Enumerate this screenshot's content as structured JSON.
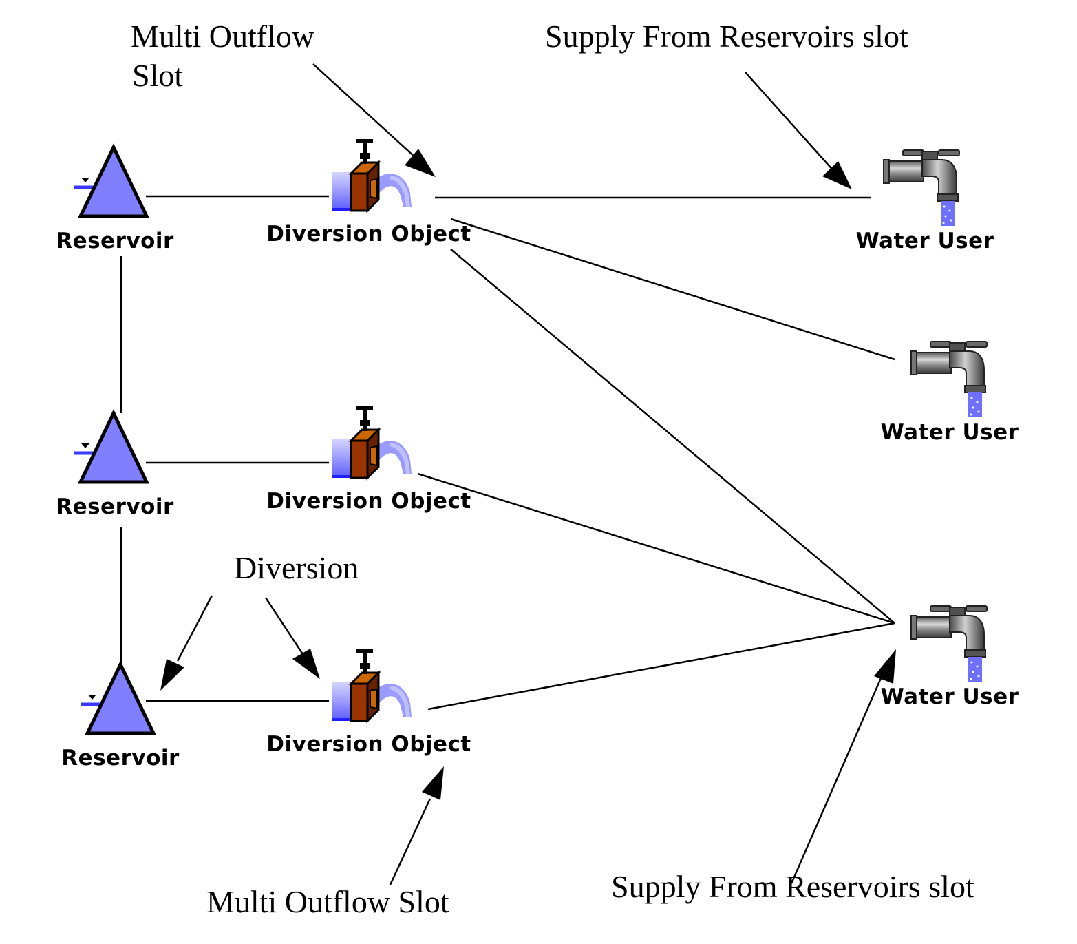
{
  "colors": {
    "reservoir_fill": "#7f7fff",
    "reservoir_waterline": "#3838ff",
    "diversion_box_front": "#993300",
    "diversion_box_top": "#cc6600",
    "diversion_box_side": "#662200",
    "water_light": "#9a9aff",
    "water_pale": "#c8c8ff",
    "faucet_metal": "#7a7a7a",
    "faucet_dark": "#3a3a3a",
    "faucet_stream": "#7070ff"
  },
  "nodes": {
    "reservoirs": [
      {
        "id": "reservoir-1",
        "label": "Reservoir",
        "icon": "reservoir-triangle-icon"
      },
      {
        "id": "reservoir-2",
        "label": "Reservoir",
        "icon": "reservoir-triangle-icon"
      },
      {
        "id": "reservoir-3",
        "label": "Reservoir",
        "icon": "reservoir-triangle-icon"
      }
    ],
    "diversions": [
      {
        "id": "diversion-1",
        "label": "Diversion Object",
        "icon": "diversion-gate-icon"
      },
      {
        "id": "diversion-2",
        "label": "Diversion Object",
        "icon": "diversion-gate-icon"
      },
      {
        "id": "diversion-3",
        "label": "Diversion Object",
        "icon": "diversion-gate-icon"
      }
    ],
    "water_users": [
      {
        "id": "water-user-1",
        "label": "Water User",
        "icon": "faucet-icon"
      },
      {
        "id": "water-user-2",
        "label": "Water User",
        "icon": "faucet-icon"
      },
      {
        "id": "water-user-3",
        "label": "Water User",
        "icon": "faucet-icon"
      }
    ]
  },
  "edges": [
    {
      "from": "reservoir-1",
      "to": "diversion-1"
    },
    {
      "from": "reservoir-2",
      "to": "diversion-2"
    },
    {
      "from": "reservoir-3",
      "to": "diversion-3"
    },
    {
      "from": "reservoir-1",
      "to": "reservoir-2"
    },
    {
      "from": "reservoir-2",
      "to": "reservoir-3"
    },
    {
      "from": "diversion-1",
      "to": "water-user-1"
    },
    {
      "from": "diversion-1",
      "to": "water-user-2"
    },
    {
      "from": "diversion-1",
      "to": "water-user-3"
    },
    {
      "from": "diversion-2",
      "to": "water-user-3"
    },
    {
      "from": "diversion-3",
      "to": "water-user-3"
    }
  ],
  "annotations": {
    "multi_outflow_top_line1": "Multi Outflow",
    "multi_outflow_top_line2": "Slot",
    "supply_top": "Supply From Reservoirs slot",
    "diversion": "Diversion",
    "multi_outflow_bottom": "Multi Outflow Slot",
    "supply_bottom": "Supply From Reservoirs slot"
  }
}
